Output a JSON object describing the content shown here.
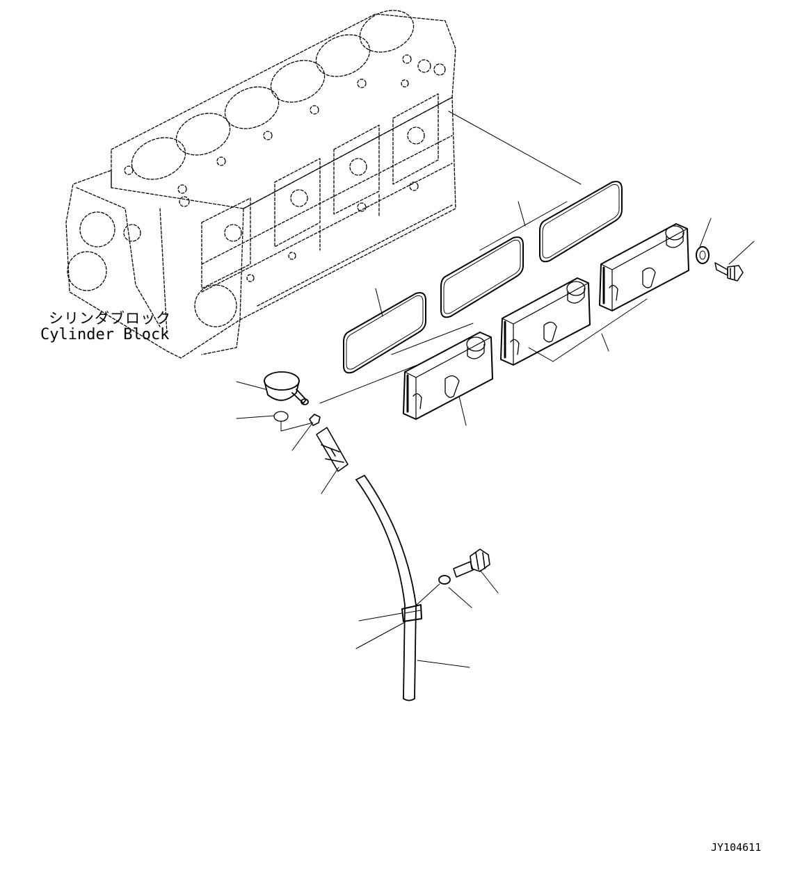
{
  "labels": {
    "component_jp": "シリンダブロック",
    "component_en": "Cylinder Block",
    "drawing_id": "JY104611"
  },
  "colors": {
    "ink": "#000000",
    "paper": "#ffffff"
  }
}
